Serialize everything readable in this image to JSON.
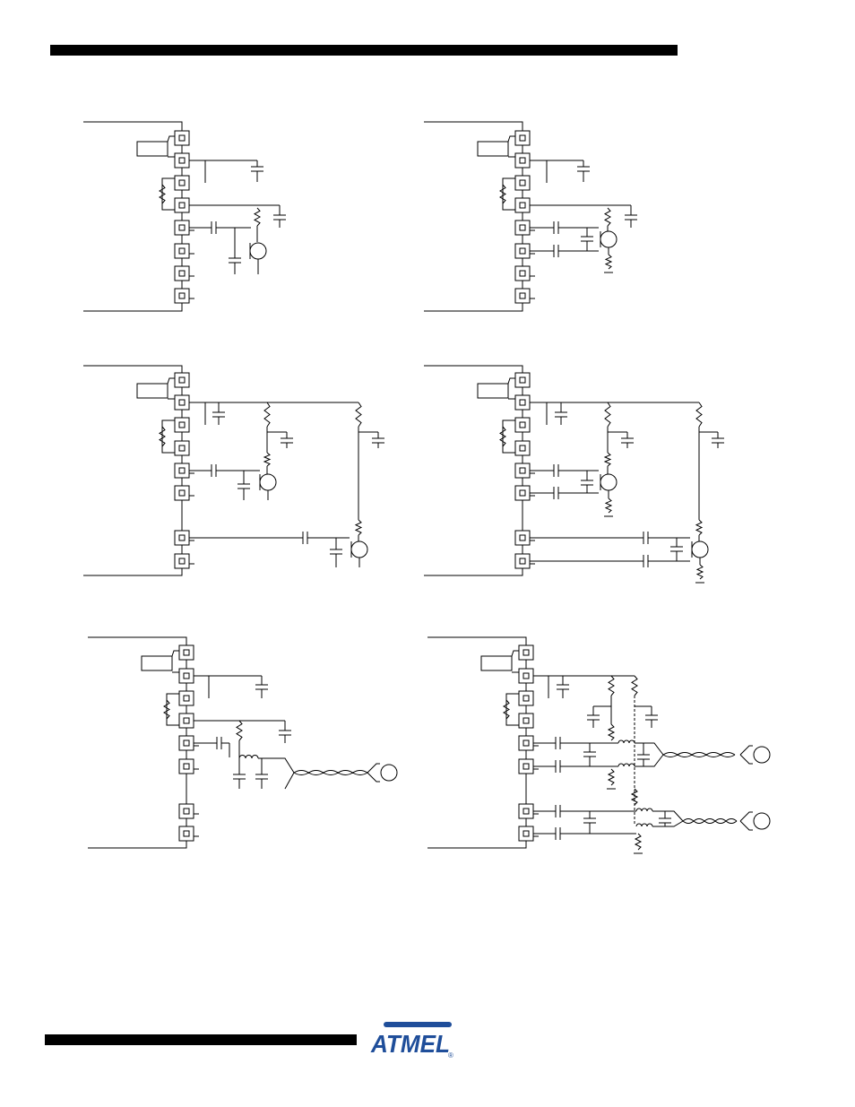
{
  "brand": {
    "logo_text": "ATMEL",
    "registered_mark": "®",
    "color": "#1f4e9a"
  },
  "colors": {
    "line": "#000000",
    "background": "#ffffff"
  },
  "diagrams": [
    {
      "id": "circuit-1",
      "pins": 8,
      "mic_channels": 1,
      "bias_network": "single-ended"
    },
    {
      "id": "circuit-2",
      "pins": 8,
      "mic_channels": 1,
      "bias_network": "differential"
    },
    {
      "id": "circuit-3",
      "pins": 8,
      "mic_channels": 2,
      "bias_network": "single-ended"
    },
    {
      "id": "circuit-4",
      "pins": 8,
      "mic_channels": 2,
      "bias_network": "differential"
    },
    {
      "id": "circuit-5",
      "pins": 8,
      "mic_channels": 1,
      "bias_network": "filtered-cable"
    },
    {
      "id": "circuit-6",
      "pins": 8,
      "mic_channels": 2,
      "bias_network": "filtered-cable"
    }
  ]
}
